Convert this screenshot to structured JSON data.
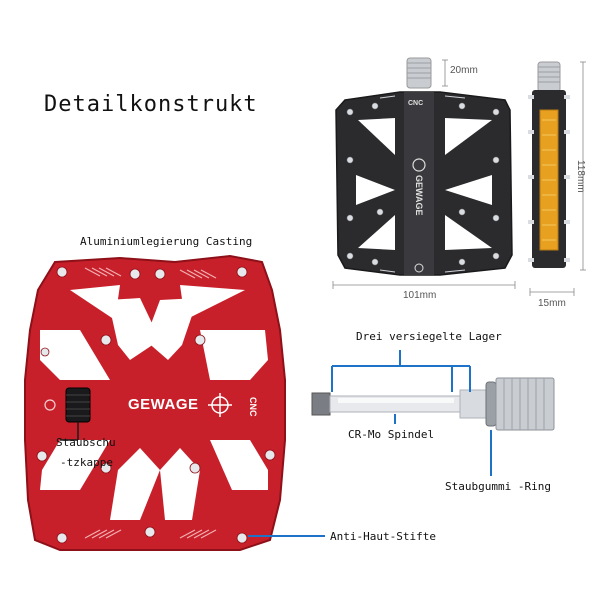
{
  "title": "Detailkonstrukt",
  "labels": {
    "material": "Aluminiumlegierung Casting",
    "bearings": "Drei versiegelte Lager",
    "spindle": "CR-Mo Spindel",
    "dustcap_line1": "Staubschu",
    "dustcap_line2": "-tzkappe",
    "dustring": "Staubgummi -Ring",
    "pins": "Anti-Haut-Stifte"
  },
  "dimensions": {
    "thread": "20mm",
    "height": "118mm",
    "width": "101mm",
    "depth": "15mm"
  },
  "brand": {
    "name": "GEWAGE",
    "cnc": "CNC"
  },
  "colors": {
    "red_pedal": "#c8202a",
    "black_pedal": "#2b2b2e",
    "reflector": "#e8a020",
    "annotation_blue": "#1e73c8",
    "metal": "#c9cdd2"
  }
}
